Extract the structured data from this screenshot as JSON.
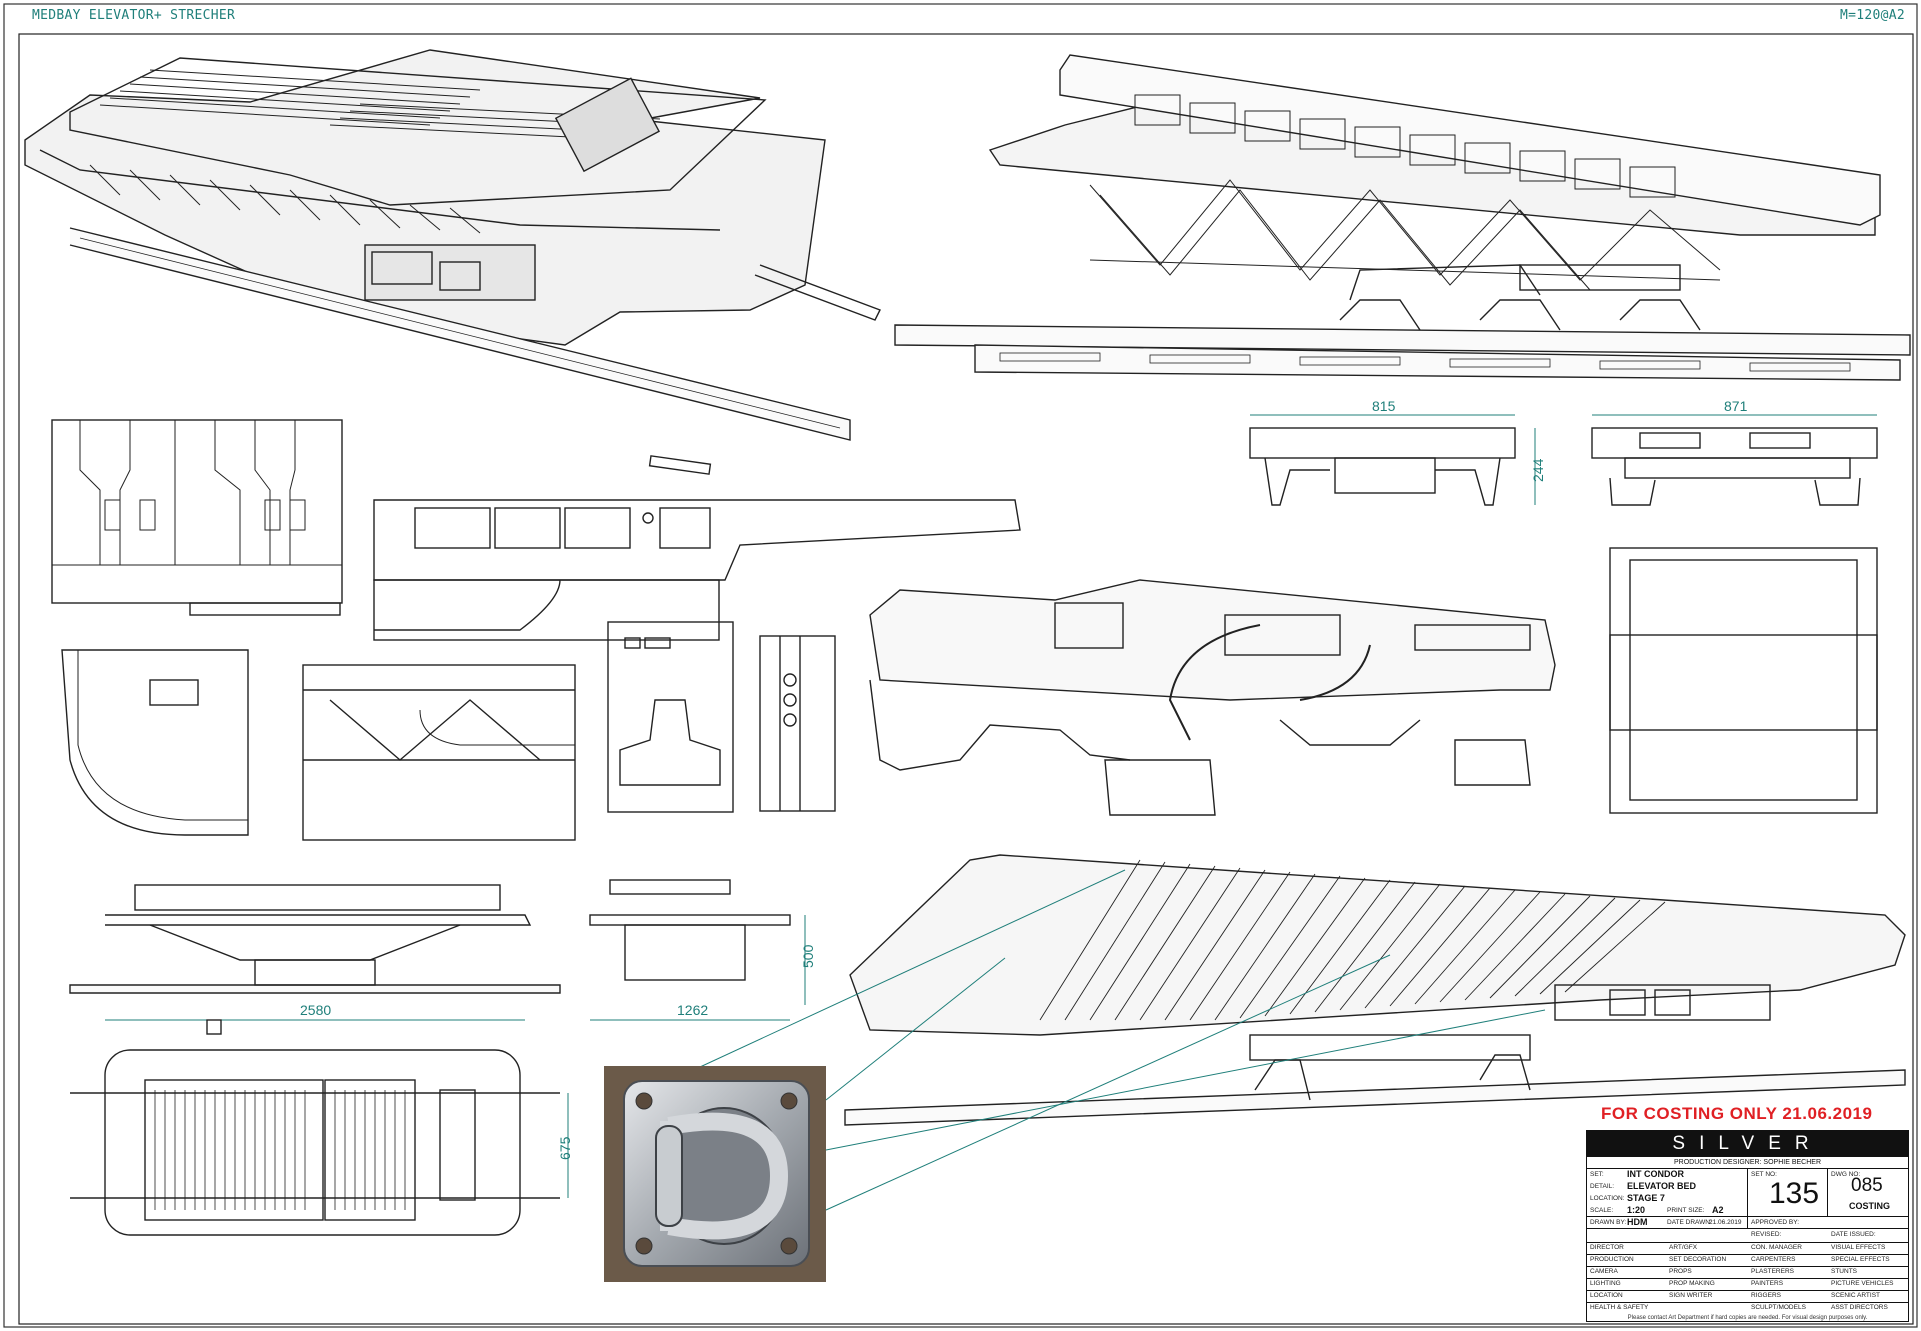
{
  "header": {
    "left_title": "MEDBAY ELEVATOR+ STRECHER",
    "right_note": "M=120@A2"
  },
  "dimensions": {
    "width_815": "815",
    "width_871": "871",
    "height_244": "244",
    "length_2580": "2580",
    "width_1262": "1262",
    "height_500": "500",
    "width_675": "675"
  },
  "stamp": "FOR COSTING ONLY 21.06.2019",
  "title_block": {
    "brand": "SILVER",
    "production_designer": "PRODUCTION DESIGNER: SOPHIE BECHER",
    "set_label": "SET:",
    "set_value": "INT CONDOR",
    "detail_label": "DETAIL:",
    "detail_value": "ELEVATOR BED",
    "location_label": "LOCATION:",
    "location_value": "STAGE 7",
    "scale_label": "SCALE:",
    "scale_value": "1:20",
    "print_size_label": "PRINT SIZE:",
    "print_size_value": "A2",
    "drawn_by_label": "DRAWN BY:",
    "drawn_by_value": "HDM",
    "date_drawn_label": "DATE DRAWN:",
    "date_drawn_value": "21.06.2019",
    "set_no_label": "SET NO:",
    "set_no_value": "135",
    "dwg_no_label": "DWG NO:",
    "dwg_no_value": "085",
    "status_value": "COSTING",
    "approved_by_label": "APPROVED BY:",
    "revised_label": "REVISED:",
    "date_issued_label": "DATE ISSUED:",
    "departments": [
      [
        "DIRECTOR",
        "ART/GFX",
        "CON. MANAGER",
        "VISUAL EFFECTS"
      ],
      [
        "PRODUCTION",
        "SET DECORATION",
        "CARPENTERS",
        "SPECIAL EFFECTS"
      ],
      [
        "CAMERA",
        "PROPS",
        "PLASTERERS",
        "STUNTS"
      ],
      [
        "LIGHTING",
        "PROP MAKING",
        "PAINTERS",
        "PICTURE VEHICLES"
      ],
      [
        "LOCATION",
        "SIGN WRITER",
        "RIGGERS",
        "SCENIC ARTIST"
      ],
      [
        "HEALTH & SAFETY",
        "",
        "SCULPT/MODELS",
        "ASST DIRECTORS"
      ]
    ],
    "footer_note": "Please contact Art Department if hard copies are needed. For visual design purposes only."
  },
  "colors": {
    "dimension_line": "#1f7f7a",
    "stamp_red": "#e02024",
    "line": "#222222"
  }
}
